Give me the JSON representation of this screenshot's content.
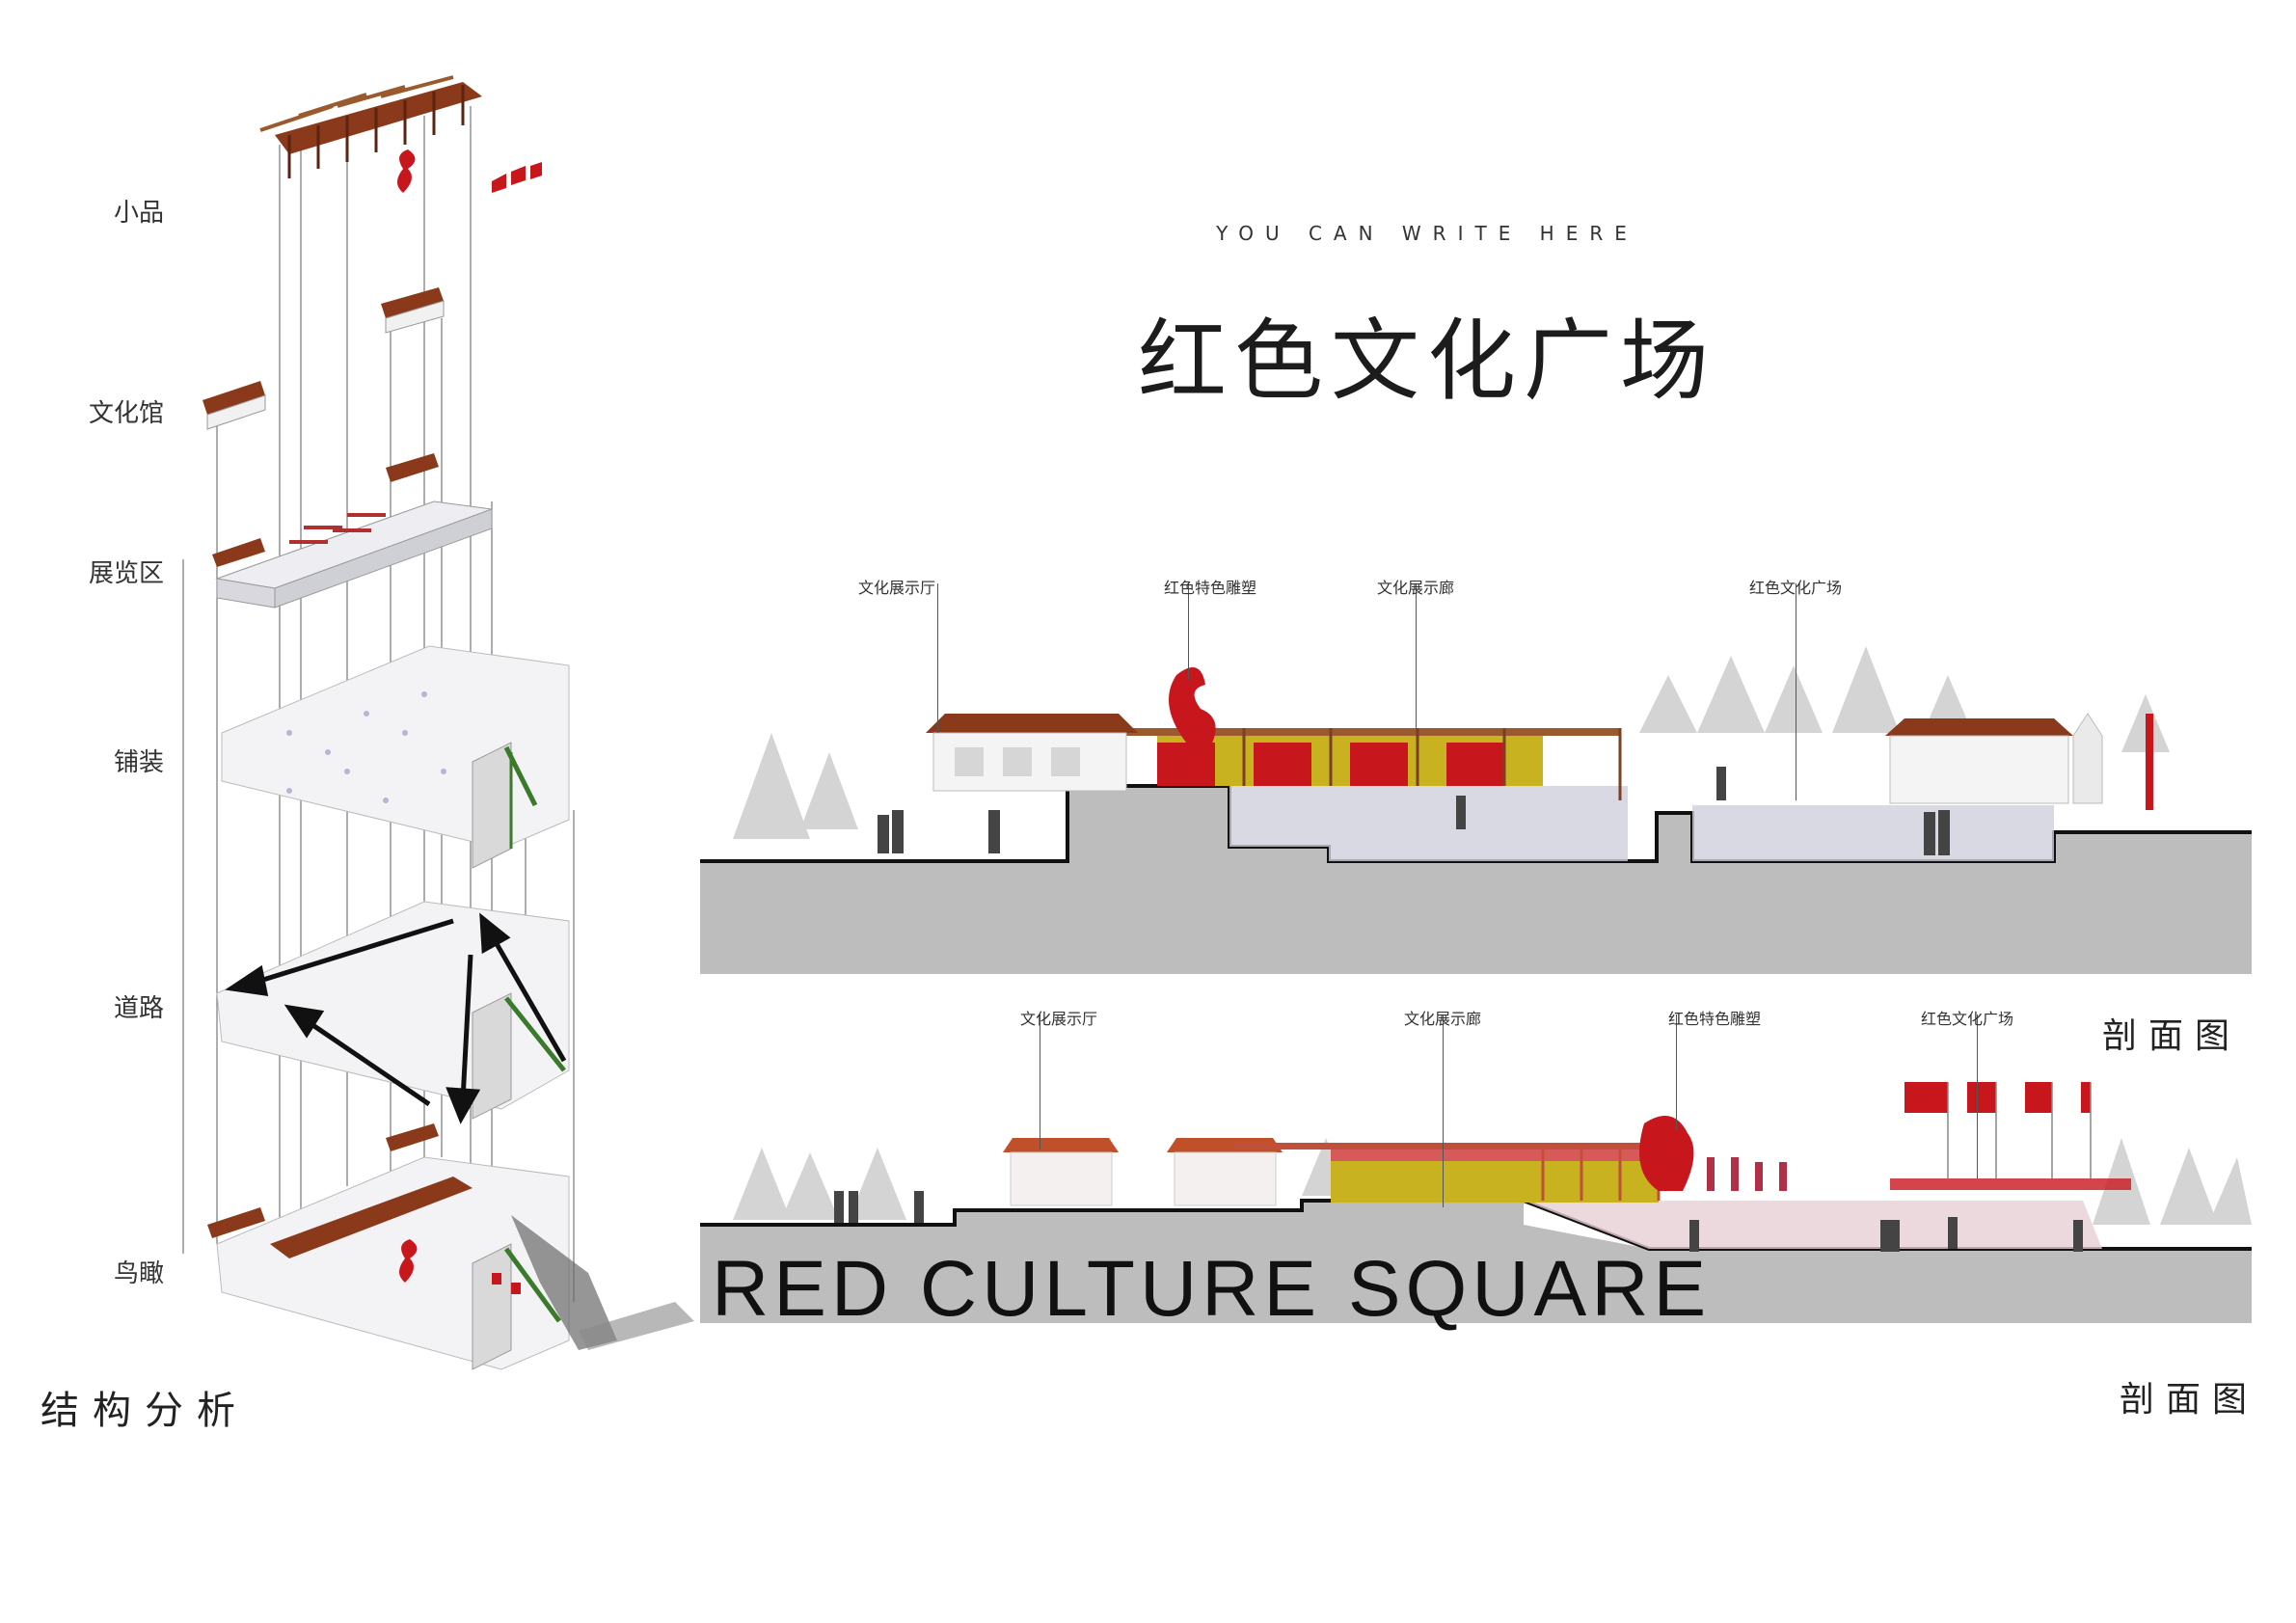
{
  "header": {
    "tagline": "YOU CAN WRITE HERE",
    "title": "红色文化广场"
  },
  "exploded_axonometric": {
    "title": "结构分析",
    "layers": [
      "小品",
      "文化馆",
      "展览区",
      "铺装",
      "道路",
      "鸟瞰"
    ]
  },
  "section_a": {
    "callouts": [
      "文化展示厅",
      "红色特色雕塑",
      "文化展示廊",
      "红色文化广场"
    ],
    "label": "剖面图"
  },
  "section_b": {
    "callouts": [
      "文化展示厅",
      "文化展示廊",
      "红色特色雕塑",
      "红色文化广场"
    ],
    "label": "剖面图",
    "watermark": "RED CULTURE SQUARE"
  },
  "colors": {
    "accent_red": "#c8161d",
    "roof_brown": "#8a3a1a",
    "ground_gray": "#bdbdbd",
    "pergola_wood": "#9a5a2e",
    "glass_yellow": "#c9b21f"
  }
}
